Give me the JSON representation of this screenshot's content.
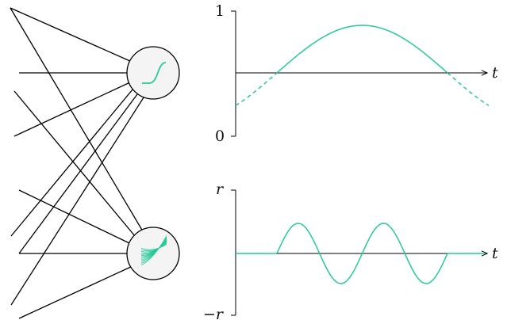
{
  "colors": {
    "line": "#000000",
    "accent": "#26c99a",
    "node_fill": "#f4f4f4"
  },
  "network": {
    "top_node_icon": "sigmoid-activation-icon",
    "bottom_node_icon": "random-activations-icon"
  },
  "top_plot": {
    "y_tick_top": "1",
    "y_tick_bottom": "0",
    "x_axis_label": "t"
  },
  "bottom_plot": {
    "y_tick_top": "r",
    "y_tick_bottom": "−r",
    "x_axis_label": "t"
  }
}
